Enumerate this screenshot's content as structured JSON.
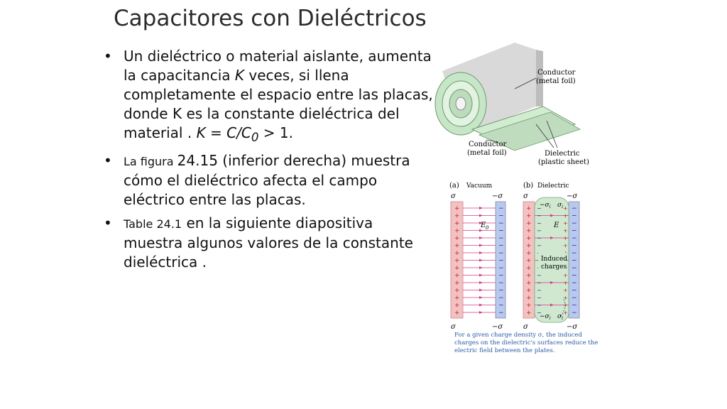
{
  "slide": {
    "title": "Capacitores con Dieléctricos",
    "bullet1": {
      "text_a": "Un dieléctrico o material aislante, aumenta la capacitancia ",
      "k": "K",
      "text_b": " veces, si llena completamente el espacio entre las placas, donde K es la constante dieléctrica del material .    ",
      "formula_k": "K = C/C",
      "formula_sub": "0",
      "formula_end": " > 1."
    },
    "bullet2": {
      "small": "La figura ",
      "text": " 24.15 (inferior derecha) muestra cómo el dieléctrico afecta el campo eléctrico entre las placas."
    },
    "bullet3": {
      "small": "Table 24.1",
      "text": " en la siguiente diapositiva muestra algunos valores de la constante dieléctrica ."
    }
  },
  "figure": {
    "conductor_top": [
      "Conductor",
      "(metal foil)"
    ],
    "conductor_bottom": [
      "Conductor",
      "(metal foil)"
    ],
    "dielectric": [
      "Dielectric",
      "(plastic sheet)"
    ],
    "panel_a_label": "(a)",
    "panel_a_vacuum": "Vacuum",
    "panel_b_label": "(b)",
    "panel_b_dielectric": "Dielectric",
    "sigma": "σ",
    "minus_sigma": "−σ",
    "sigma_i": "σ",
    "sigma_i_sub": "i",
    "field_a": "E",
    "field_a_sub": "0",
    "field_b": "E",
    "induced": [
      "Induced",
      "charges"
    ],
    "caption": [
      "For a given charge density σ, the induced",
      "charges on the dielectric's surfaces reduce the",
      "electric field between the plates."
    ]
  }
}
